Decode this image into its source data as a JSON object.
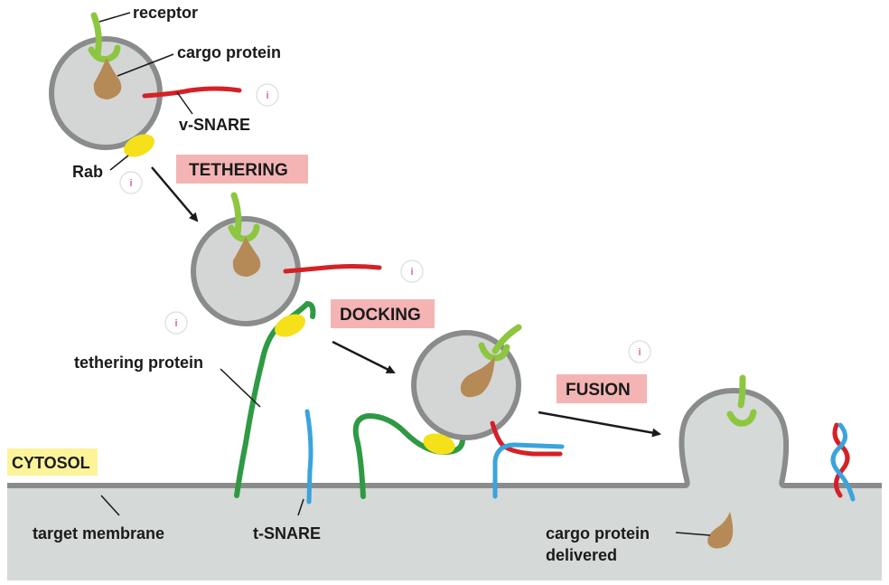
{
  "labels": {
    "receptor": "receptor",
    "cargo_protein": "cargo protein",
    "v_snare": "v-SNARE",
    "rab": "Rab",
    "tethering_protein": "tethering protein",
    "target_membrane": "target membrane",
    "t_snare": "t-SNARE",
    "cytosol": "CYTOSOL",
    "cargo_delivered_line1": "cargo protein",
    "cargo_delivered_line2": "delivered"
  },
  "stages": {
    "tethering": "TETHERING",
    "docking": "DOCKING",
    "fusion": "FUSION"
  },
  "info_icon": "i",
  "colors": {
    "vesicle_fill": "#d3d6d5",
    "membrane_stroke": "#8a8c8c",
    "target_fill": "#d5d9d7",
    "receptor": "#8dc63f",
    "cargo": "#b58a57",
    "v_snare": "#d62027",
    "t_snare": "#3aa4dc",
    "rab": "#f5e11a",
    "tethering_protein": "#2e9a44",
    "stage_label_bg": "#f4b4b4",
    "cytosol_bg": "#fdf49a",
    "info_icon_text": "#c2185b"
  }
}
